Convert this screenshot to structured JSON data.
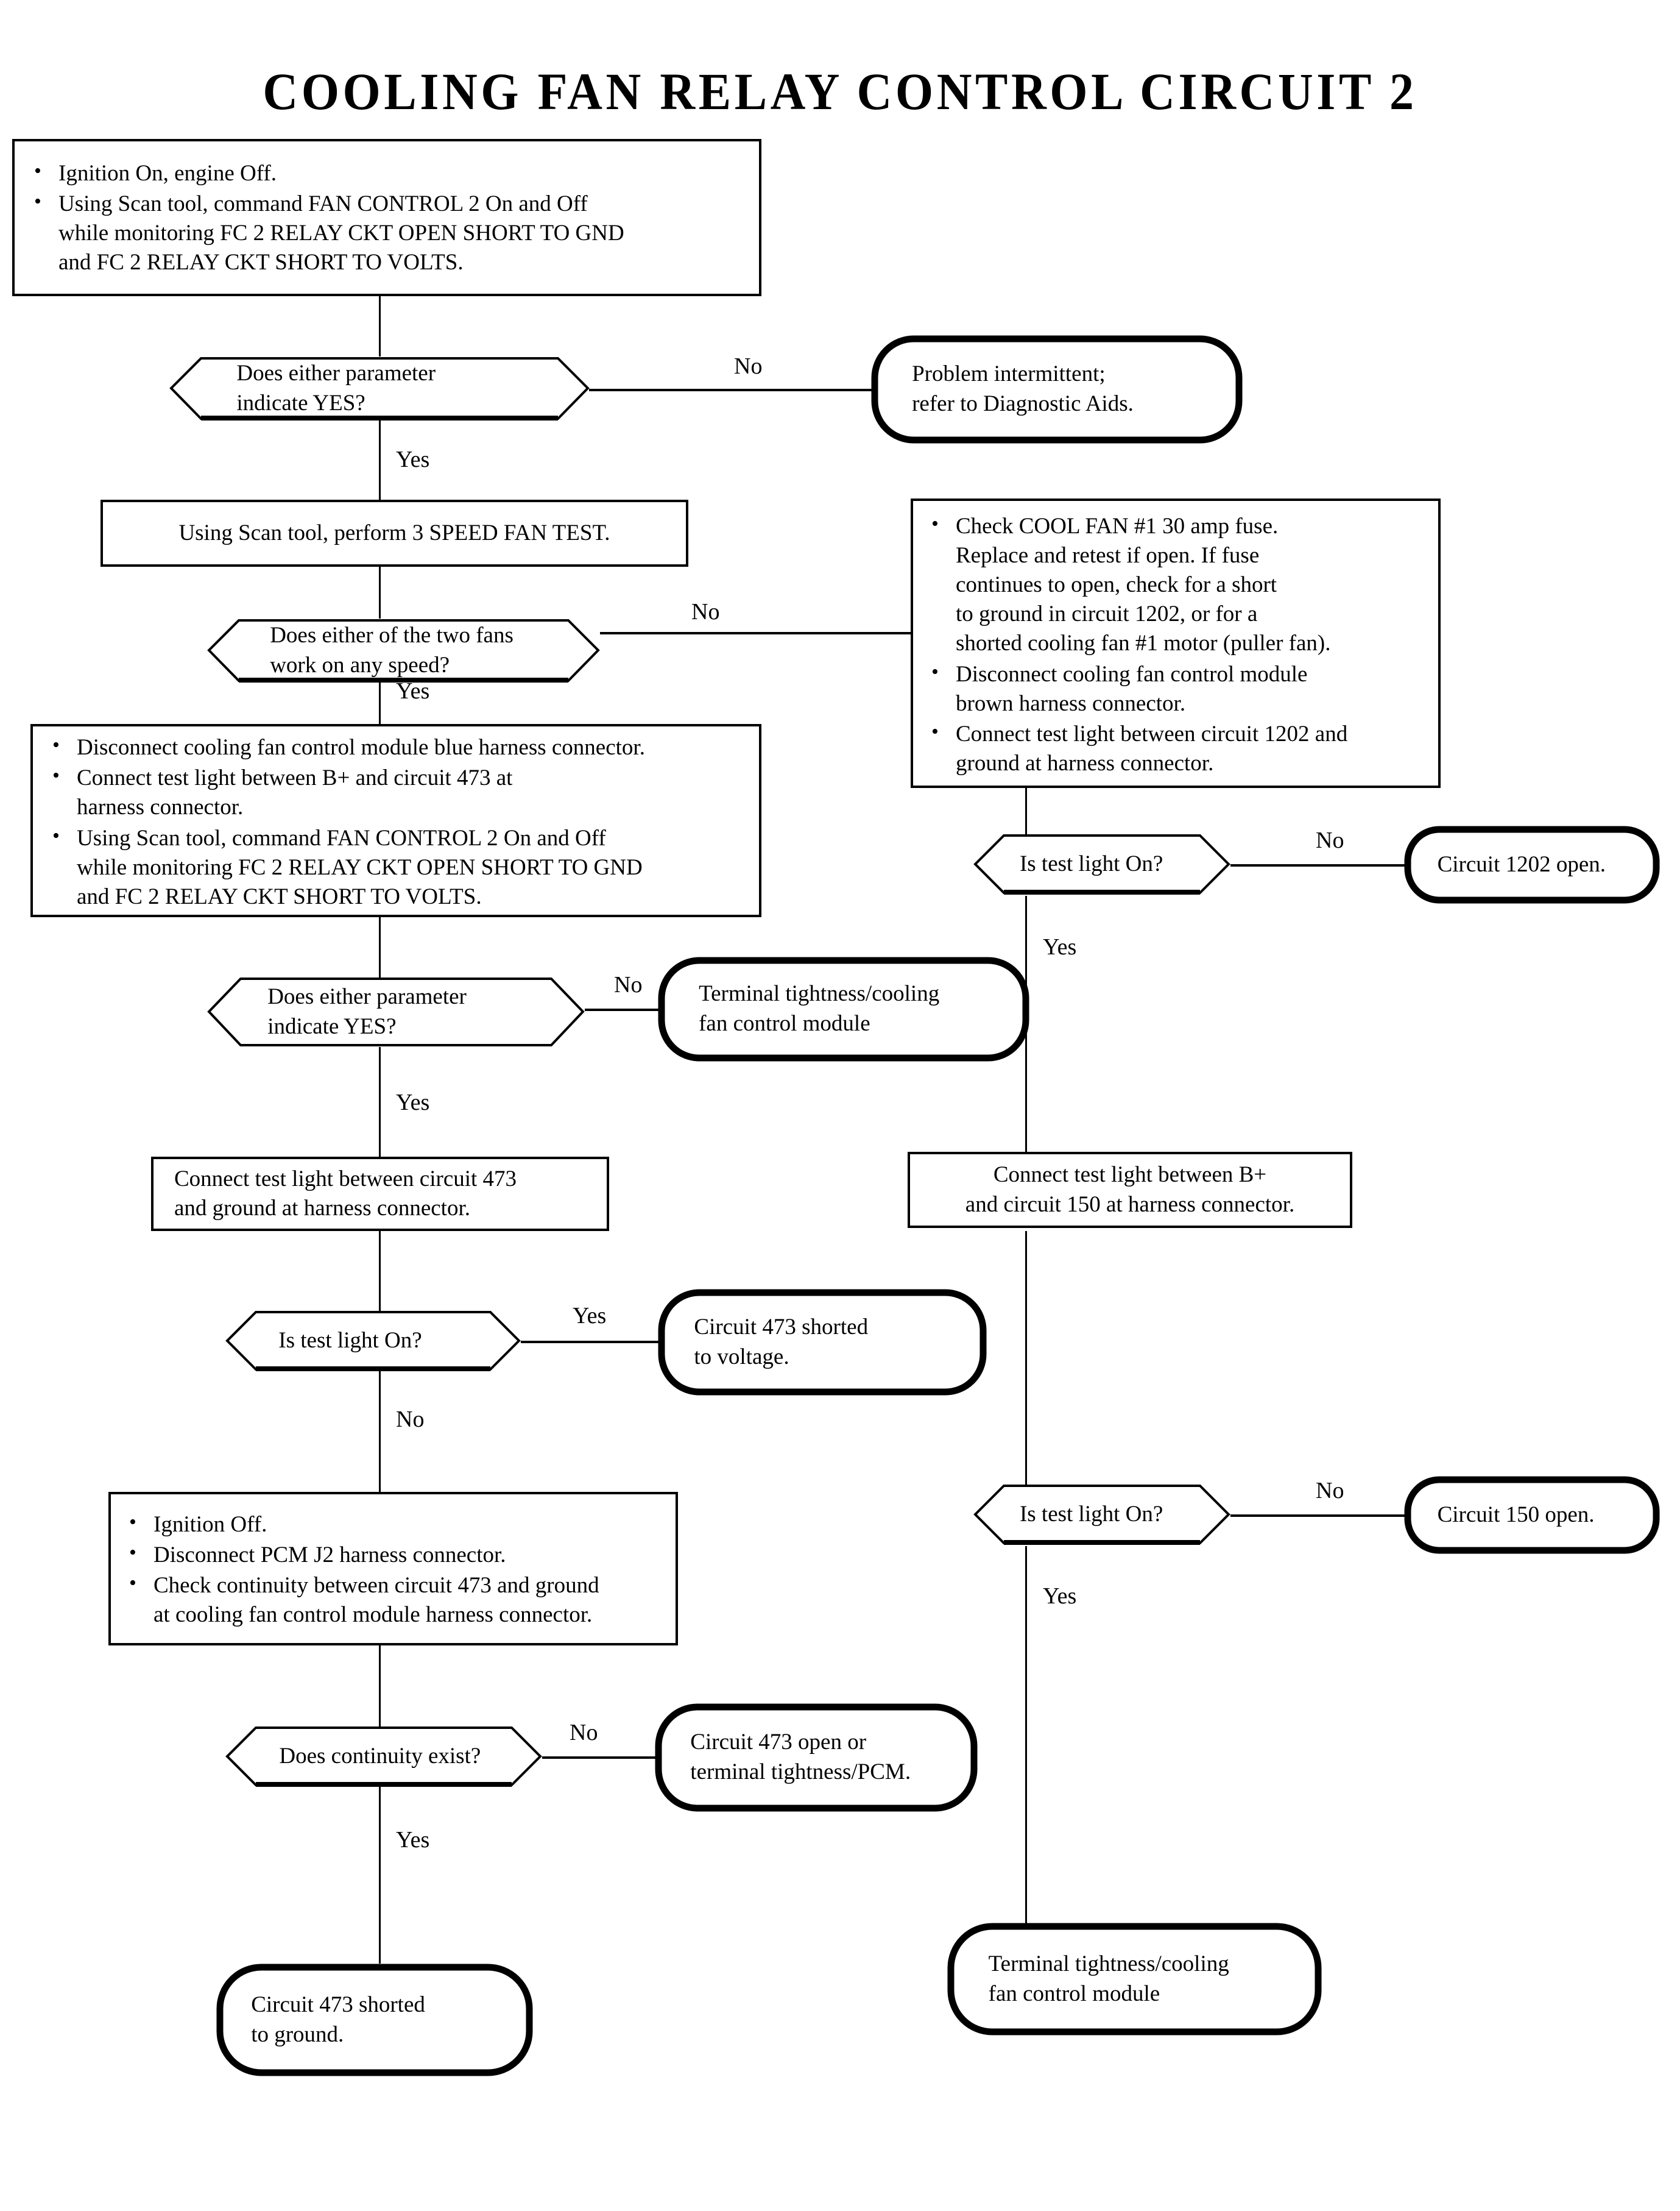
{
  "title": "COOLING FAN RELAY CONTROL CIRCUIT 2",
  "chart_data": {
    "type": "diagram",
    "diagram_kind": "flowchart",
    "title": "COOLING FAN RELAY CONTROL CIRCUIT 2"
  },
  "nodes": {
    "n1": {
      "shape": "process",
      "bullets": [
        "Ignition On, engine Off.",
        "Using Scan tool, command FAN CONTROL 2 On and Off while monitoring FC 2 RELAY CKT OPEN SHORT TO GND and FC 2 RELAY CKT SHORT TO VOLTS."
      ],
      "b0": "Ignition On, engine Off.",
      "b1_l0": "Using Scan tool, command FAN CONTROL 2 On and Off",
      "b1_l1": "while monitoring FC 2 RELAY CKT OPEN SHORT TO GND",
      "b1_l2": "and FC 2 RELAY CKT SHORT TO VOLTS."
    },
    "d1": {
      "shape": "decision",
      "l0": "Does either parameter",
      "l1": "indicate YES?"
    },
    "t1": {
      "shape": "terminal",
      "l0": "Problem intermittent;",
      "l1": "refer to Diagnostic Aids."
    },
    "n2": {
      "shape": "process",
      "l0": "Using Scan tool, perform 3 SPEED FAN TEST."
    },
    "d2": {
      "shape": "decision",
      "l0": "Does either of the two fans",
      "l1": "work on any speed?"
    },
    "n3": {
      "shape": "process",
      "b0_l0": "Check COOL FAN #1 30 amp fuse.",
      "b0_l1": "Replace and retest if open. If fuse",
      "b0_l2": "continues to open, check for a short",
      "b0_l3": "to ground in circuit 1202, or for a",
      "b0_l4": "shorted cooling fan #1 motor (puller fan).",
      "b1_l0": "Disconnect cooling fan control module",
      "b1_l1": "brown harness connector.",
      "b2_l0": "Connect test light between circuit 1202 and",
      "b2_l1": "ground at harness connector."
    },
    "n4": {
      "shape": "process",
      "b0_l0": "Disconnect cooling fan control module blue harness connector.",
      "b1_l0": "Connect test light between B+ and circuit 473 at",
      "b1_l1": "harness connector.",
      "b2_l0": "Using Scan tool, command  FAN CONTROL 2 On and Off",
      "b2_l1": "while monitoring FC 2 RELAY CKT OPEN SHORT TO GND",
      "b2_l2": "and FC 2 RELAY CKT SHORT TO VOLTS."
    },
    "d3": {
      "shape": "decision",
      "l0": "Is test light On?"
    },
    "t2": {
      "shape": "terminal",
      "l0": "Circuit 1202 open."
    },
    "d4": {
      "shape": "decision",
      "l0": "Does either parameter",
      "l1": "indicate YES?"
    },
    "t3": {
      "shape": "terminal",
      "l0": "Terminal tightness/cooling",
      "l1": "fan control module"
    },
    "n5": {
      "shape": "process",
      "l0": "Connect test light between circuit 473",
      "l1": "and ground at harness connector."
    },
    "n6": {
      "shape": "process",
      "l0": "Connect test light between B+",
      "l1": "and circuit 150 at harness connector."
    },
    "d5": {
      "shape": "decision",
      "l0": "Is test light On?"
    },
    "t4": {
      "shape": "terminal",
      "l0": "Circuit 473 shorted",
      "l1": "to voltage."
    },
    "n7": {
      "shape": "process",
      "b0_l0": "Ignition Off.",
      "b1_l0": "Disconnect PCM J2 harness connector.",
      "b2_l0": "Check continuity between circuit 473 and ground",
      "b2_l1": "at cooling fan control module harness connector."
    },
    "d6": {
      "shape": "decision",
      "l0": "Is test light On?"
    },
    "t5": {
      "shape": "terminal",
      "l0": "Circuit 150 open."
    },
    "d7": {
      "shape": "decision",
      "l0": "Does continuity exist?"
    },
    "t6": {
      "shape": "terminal",
      "l0": "Circuit 473 open or",
      "l1": "terminal tightness/PCM."
    },
    "t7": {
      "shape": "terminal",
      "l0": "Circuit 473 shorted",
      "l1": "to ground."
    },
    "t8": {
      "shape": "terminal",
      "l0": "Terminal tightness/cooling",
      "l1": "fan control module"
    }
  },
  "edge_labels": {
    "e1_no": "No",
    "e1_yes": "Yes",
    "e2_no": "No",
    "e2_yes": "Yes",
    "e3_no": "No",
    "e3_yes": "Yes",
    "e4_no": "No",
    "e4_yes": "Yes",
    "e5_yes": "Yes",
    "e5_no": "No",
    "e6_no": "No",
    "e6_yes": "Yes",
    "e7_no": "No",
    "e7_yes": "Yes"
  },
  "colors": {
    "ink": "#000000",
    "paper": "#ffffff"
  }
}
